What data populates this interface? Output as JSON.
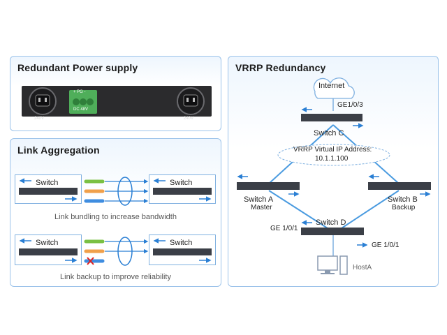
{
  "power": {
    "title": "Redundant Power supply",
    "left_label": "240V",
    "dc_top": "+  PG  -",
    "dc_bottom": "DC 48V",
    "right_label": "240V"
  },
  "link": {
    "title": "Link Aggregation",
    "row1": {
      "left": "Switch",
      "right": "Switch",
      "caption": "Link bundling to increase bandwidth"
    },
    "row2": {
      "left": "Switch",
      "right": "Switch",
      "caption": "Link backup to improve reliability"
    }
  },
  "vrrp": {
    "title": "VRRP Redundancy",
    "internet": "Internet",
    "ge_top": "GE1/0/3",
    "switch_c": "Switch C",
    "vip_label": "VRRP Virtual IP Address:",
    "vip_value": "10.1.1.100",
    "switch_a": "Switch A",
    "master": "Master",
    "switch_b": "Switch B",
    "backup": "Backup",
    "switch_d": "Switch D",
    "ge_left": "GE 1/0/1",
    "ge_right": "GE 1/0/1",
    "host": "HostA"
  },
  "colors": {
    "accent": "#2a7fd4",
    "line": "#4a9be0",
    "green": "#7ac043",
    "orange": "#f0a04b",
    "blue": "#3f8de0",
    "error": "#e02020"
  }
}
